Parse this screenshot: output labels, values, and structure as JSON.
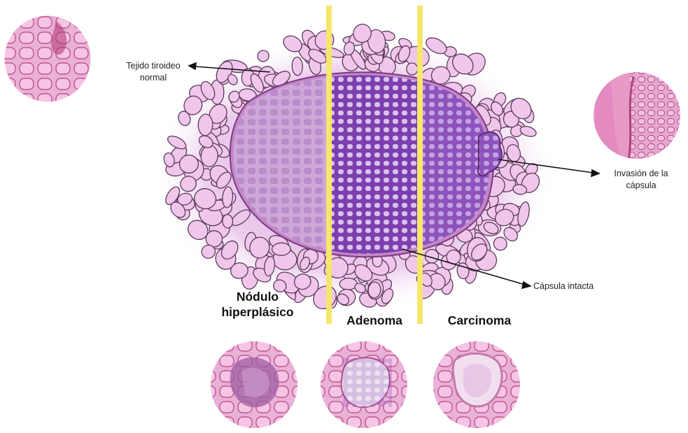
{
  "labels": {
    "normal_tissue": [
      "Tejido tiroideo",
      "normal"
    ],
    "capsule_invasion": [
      "Invasión de la",
      "cápsula"
    ],
    "intact_capsule": "Cápsula intacta",
    "hyperplastic_nodule": [
      "Nódulo",
      "hiperplásico"
    ],
    "adenoma": "Adenoma",
    "carcinoma": "Carcinoma"
  },
  "colors": {
    "follicle_fill": "#f1c6ec",
    "follicle_stroke": "#5a3a5a",
    "halo": "#d8a8dc",
    "nodule_hyperplastic": "#cfa6d8",
    "nodule_adenoma": "#8a4fb6",
    "nodule_carcinoma": "#9a63c4",
    "capsule": "#c487c8",
    "divider": "#f5e76a",
    "micro_pink": "#ec8ec3",
    "micro_dark": "#7a2a86",
    "arrow": "#111111"
  }
}
